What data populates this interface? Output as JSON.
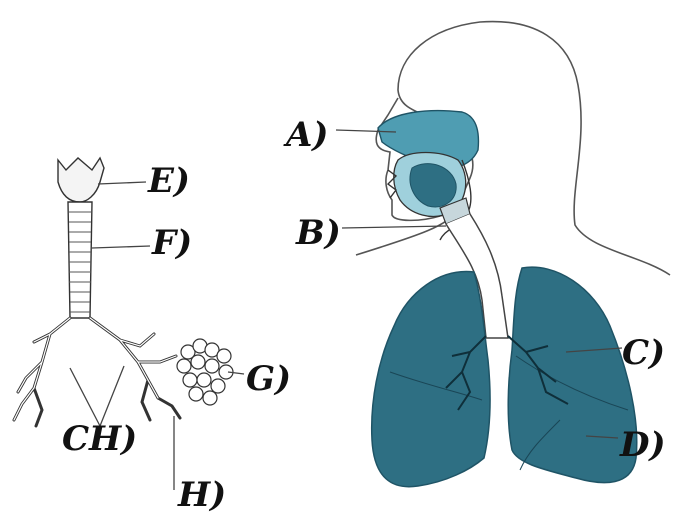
{
  "labels": {
    "a": "A)",
    "b": "B)",
    "c": "C)",
    "d": "D)",
    "e": "E)",
    "f": "F)",
    "g": "G)",
    "ch": "CH)",
    "h": "H)"
  },
  "colors": {
    "lung": "#2e6f83",
    "lung_dark": "#1f5466",
    "cavity": "#4f9db2",
    "outline": "#333333",
    "line": "#444444"
  }
}
